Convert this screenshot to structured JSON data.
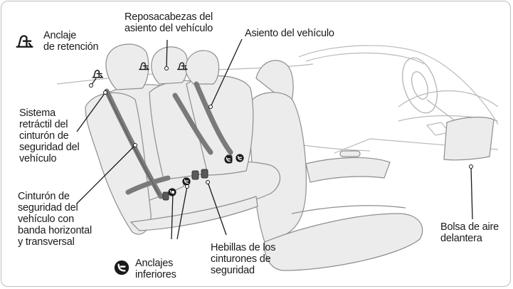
{
  "labels": {
    "tether": "Anclaje\nde retención",
    "headrests": "Reposacabezas del\nasiento del vehículo",
    "seat": "Asiento del vehículo",
    "retractor": "Sistema\nretráctil del\ncinturón de\nseguridad del\nvehículo",
    "lap_shoulder_belt": "Cinturón de\nseguridad del\nvehículo con\nbanda horizontal\ny transversal",
    "lower_anchors": "Anclajes\ninferiores",
    "buckles": "Hebillas de los\ncinturones de\nseguridad",
    "airbag": "Bolsa de aire\ndelantera"
  },
  "icons": {
    "tether": "tether-anchor-icon",
    "lower_anchor": "lower-anchor-icon"
  },
  "colors": {
    "outline": "#8e8e8e",
    "seat_fill": "#ececec",
    "belt": "#7a7a7a",
    "leader": "#1a1a1a",
    "icon": "#1a1a1a",
    "frame": "#bdbdbd"
  }
}
